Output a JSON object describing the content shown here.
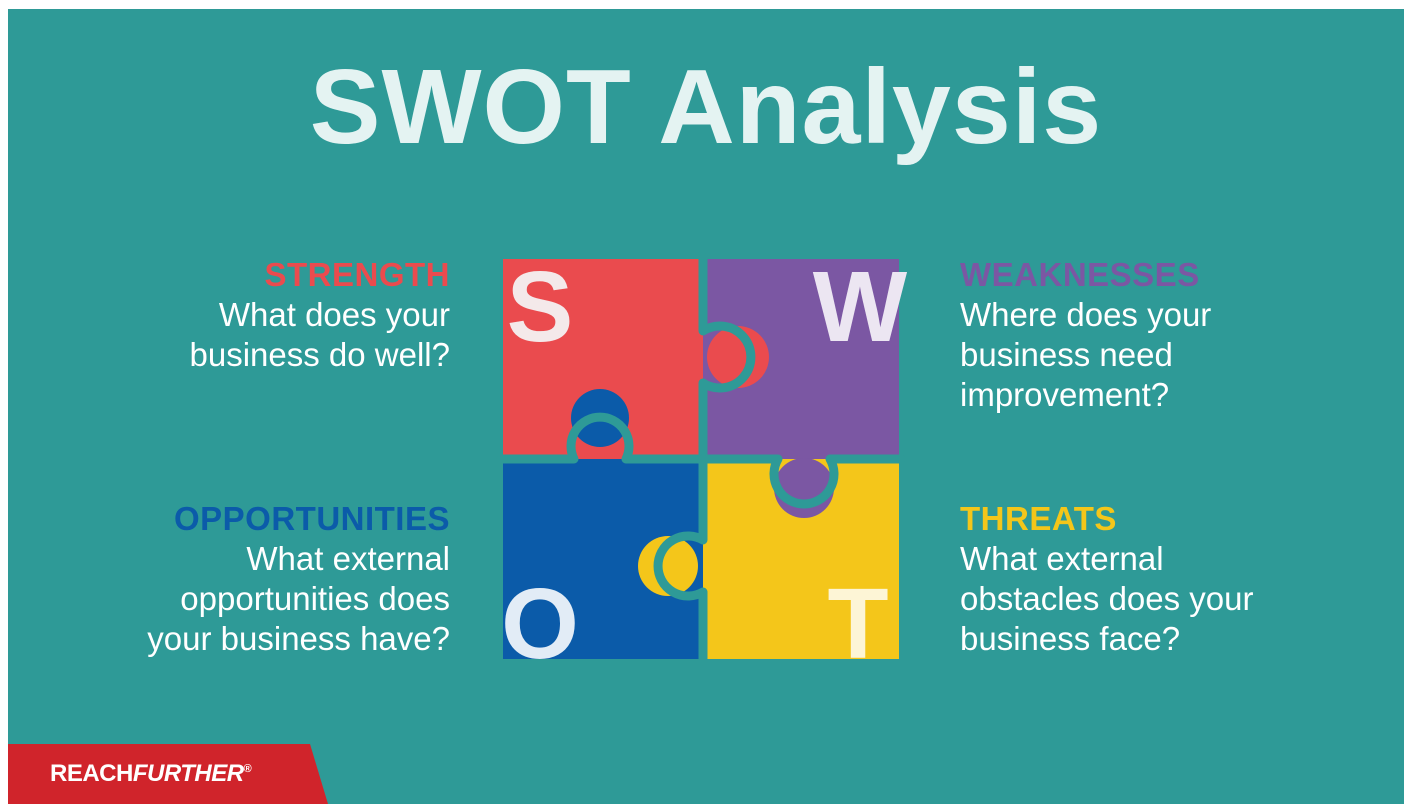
{
  "title": "SWOT Analysis",
  "colors": {
    "background": "#2e9a97",
    "strength": "#ea4b4e",
    "weakness": "#7b57a3",
    "opportunity": "#0b5ba9",
    "threat": "#f4c61a"
  },
  "quadrants": {
    "strength": {
      "letter": "S",
      "heading": "STRENGTH",
      "line1": "What does your",
      "line2": "business do well?"
    },
    "weakness": {
      "letter": "W",
      "heading": "WEAKNESSES",
      "line1": "Where does your",
      "line2": "business need",
      "line3": "improvement?"
    },
    "opportunity": {
      "letter": "O",
      "heading": "OPPORTUNITIES",
      "line1": "What external",
      "line2": "opportunities does",
      "line3": "your business have?"
    },
    "threat": {
      "letter": "T",
      "heading": "THREATS",
      "line1": "What external",
      "line2": "obstacles does your",
      "line3": "business face?"
    }
  },
  "logo": {
    "part1": "REACH",
    "part2": "FURTHER",
    "mark": "®"
  }
}
